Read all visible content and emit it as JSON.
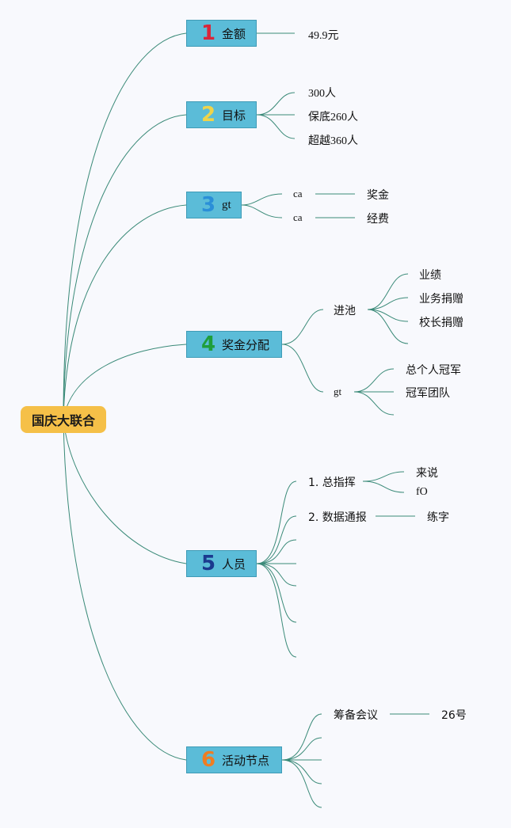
{
  "root": {
    "label": "国庆大联合"
  },
  "colors": {
    "root_bg": "#f5c048",
    "topic_bg": "#5bbcd8",
    "line": "#3a8a78",
    "num1": "#d9263a",
    "num2": "#f0d44a",
    "num3": "#2a8fd8",
    "num4": "#1f9e3a",
    "num5": "#1b3a8f",
    "num6": "#ef7d22"
  },
  "topics": [
    {
      "num": "1",
      "label": "金额"
    },
    {
      "num": "2",
      "label": "目标"
    },
    {
      "num": "3",
      "label": "gt"
    },
    {
      "num": "4",
      "label": "奖金分配"
    },
    {
      "num": "5",
      "label": "人员"
    },
    {
      "num": "6",
      "label": "活动节点"
    }
  ],
  "t1": {
    "amount": "49.9元"
  },
  "t2": {
    "items": [
      "300人",
      "保底260人",
      "超越360人"
    ]
  },
  "t3": {
    "ca1": "ca",
    "ca1_value": "奖金",
    "ca2": "ca",
    "ca2_value": "经费"
  },
  "t4": {
    "pool": "进池",
    "pool_items": [
      "业绩",
      "业务捐赠",
      "校长捐赠"
    ],
    "gt": "gt",
    "gt_items": [
      "总个人冠军",
      "冠军团队"
    ]
  },
  "t5": {
    "cmd": "1. 总指挥",
    "cmd_items": [
      "来说",
      "fO"
    ],
    "report": "2. 数据通报",
    "report_value": "练字"
  },
  "t6": {
    "prep": "筹备会议",
    "prep_value": "26号"
  }
}
